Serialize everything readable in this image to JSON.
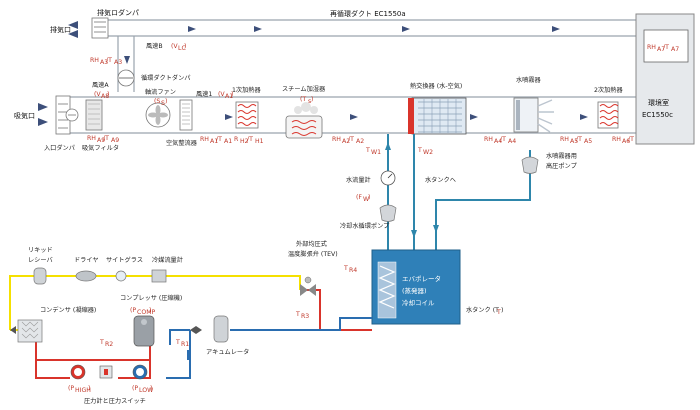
{
  "labels": {
    "exhaust_damper": "排気ロダンパ",
    "exhaust_port": "排気口",
    "recirc_duct": "再循環ダクト EC1550a",
    "intake_port": "吸気口",
    "inlet_damper": "入口ダンパ",
    "intake_filter": "吸気フィルタ",
    "recirc_duct_damper": "循環ダクトダンパ",
    "speed_b": "風速B",
    "speed_a": "風速A",
    "axial_fan": "軸流ファン",
    "fan_speed": "(S",
    "air_straightener": "空気整流器",
    "wind_speed_1": "風速1",
    "heater1": "1次加熱器",
    "steam_humidifier": "スチーム加湿器",
    "heat_exchanger": "熱交換器 (水-空気)",
    "water_sprayer": "水噴霧器",
    "heater2": "2次加熱器",
    "env_room_1": "環境室",
    "env_room_2": "EC1550c",
    "sprayer_pump_1": "水噴霧器用",
    "sprayer_pump_2": "高圧ポンプ",
    "to_water_tank": "水タンクへ",
    "water_flow_meter": "水流量計",
    "cooling_pump": "冷却水循環ポンプ",
    "liquid_receiver_1": "リキッド",
    "liquid_receiver_2": "レシーバ",
    "dryer": "ドライヤ",
    "sight_glass": "サイトグラス",
    "refrig_flow_meter": "冷媒流量計",
    "compressor": "コンプレッサ (圧縮機)",
    "condenser": "コンデンサ (凝縮器)",
    "accumulator": "アキュムレータ",
    "pressure_gauge_switch": "圧力計と圧力スイッチ",
    "tev_1": "外部均圧式",
    "tev_2": "温度膨張弁 (TEV)",
    "evaporator_1": "エバポレータ",
    "evaporator_2": "(蒸発器)",
    "evaporator_3": "冷却コイル",
    "water_tank": "水タンク (T"
  },
  "colors": {
    "duct_gray": "#9aa3ad",
    "water_blue": "#2e86ab",
    "refrig_yellow": "#f5e000",
    "refrig_red": "#d9342b",
    "refrig_blue": "#2a6db0",
    "sensor_red": "#c0392b",
    "tank_blue": "#2f80b8"
  }
}
